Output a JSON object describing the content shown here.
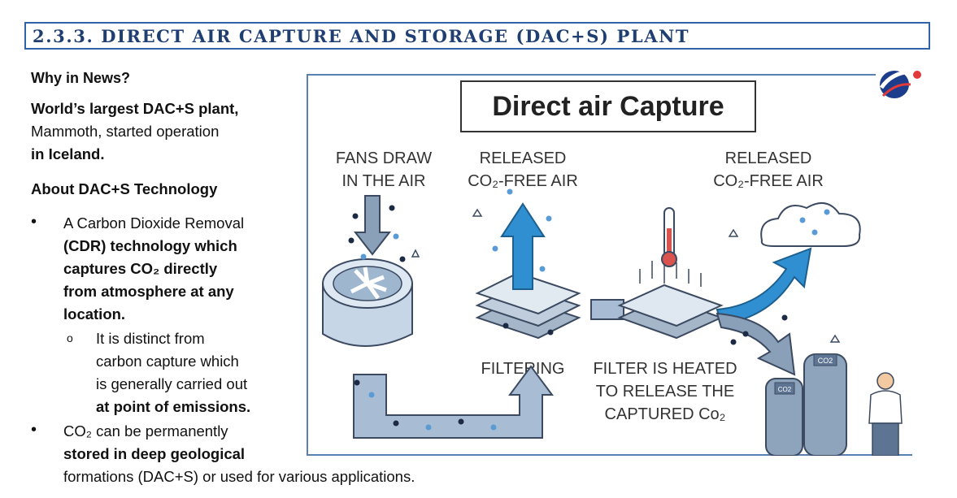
{
  "header": {
    "title": "2.3.3. DIRECT AIR CAPTURE AND STORAGE (DAC+S) PLANT"
  },
  "left": {
    "why_heading": "Why in News?",
    "news_line1": "World’s largest DAC+S plant,",
    "news_line2": "Mammoth, started operation",
    "news_line3": "in Iceland.",
    "about_heading": "About DAC+S Technology",
    "b1_l1": "A Carbon Dioxide Removal",
    "b1_l2": "(CDR) technology which",
    "b1_l3": "captures  CO₂  directly",
    "b1_l4": "from atmosphere at any",
    "b1_l5": "location.",
    "s1_l1": "It  is  distinct  from",
    "s1_l2": "carbon capture which",
    "s1_l3": "is generally carried out",
    "s1_l4": "at point of emissions.",
    "b2_l1": "CO₂  can be  permanently",
    "b2_l2": "stored in deep geological",
    "b2_l3": "formations (DAC+S) or used for various applications."
  },
  "diagram": {
    "title": "Direct air Capture",
    "fans_l1": "FANS DRAW",
    "fans_l2": "IN THE AIR",
    "released1_l1": "RELEASED",
    "released1_l2": "CO₂-FREE AIR",
    "released2_l1": "RELEASED",
    "released2_l2": "CO₂-FREE AIR",
    "filtering": "FILTERING",
    "heated_l1": "FILTER IS HEATED",
    "heated_l2": "TO RELEASE THE",
    "heated_l3": "CAPTURED Co₂",
    "tank_label_small": "CO2",
    "tank_label_large": "CO2"
  },
  "colors": {
    "accent": "#2f62a8",
    "arrow_blue": "#2f8fd0",
    "arrow_grey": "#8a9fb8",
    "dot_dark": "#1c2a44"
  }
}
